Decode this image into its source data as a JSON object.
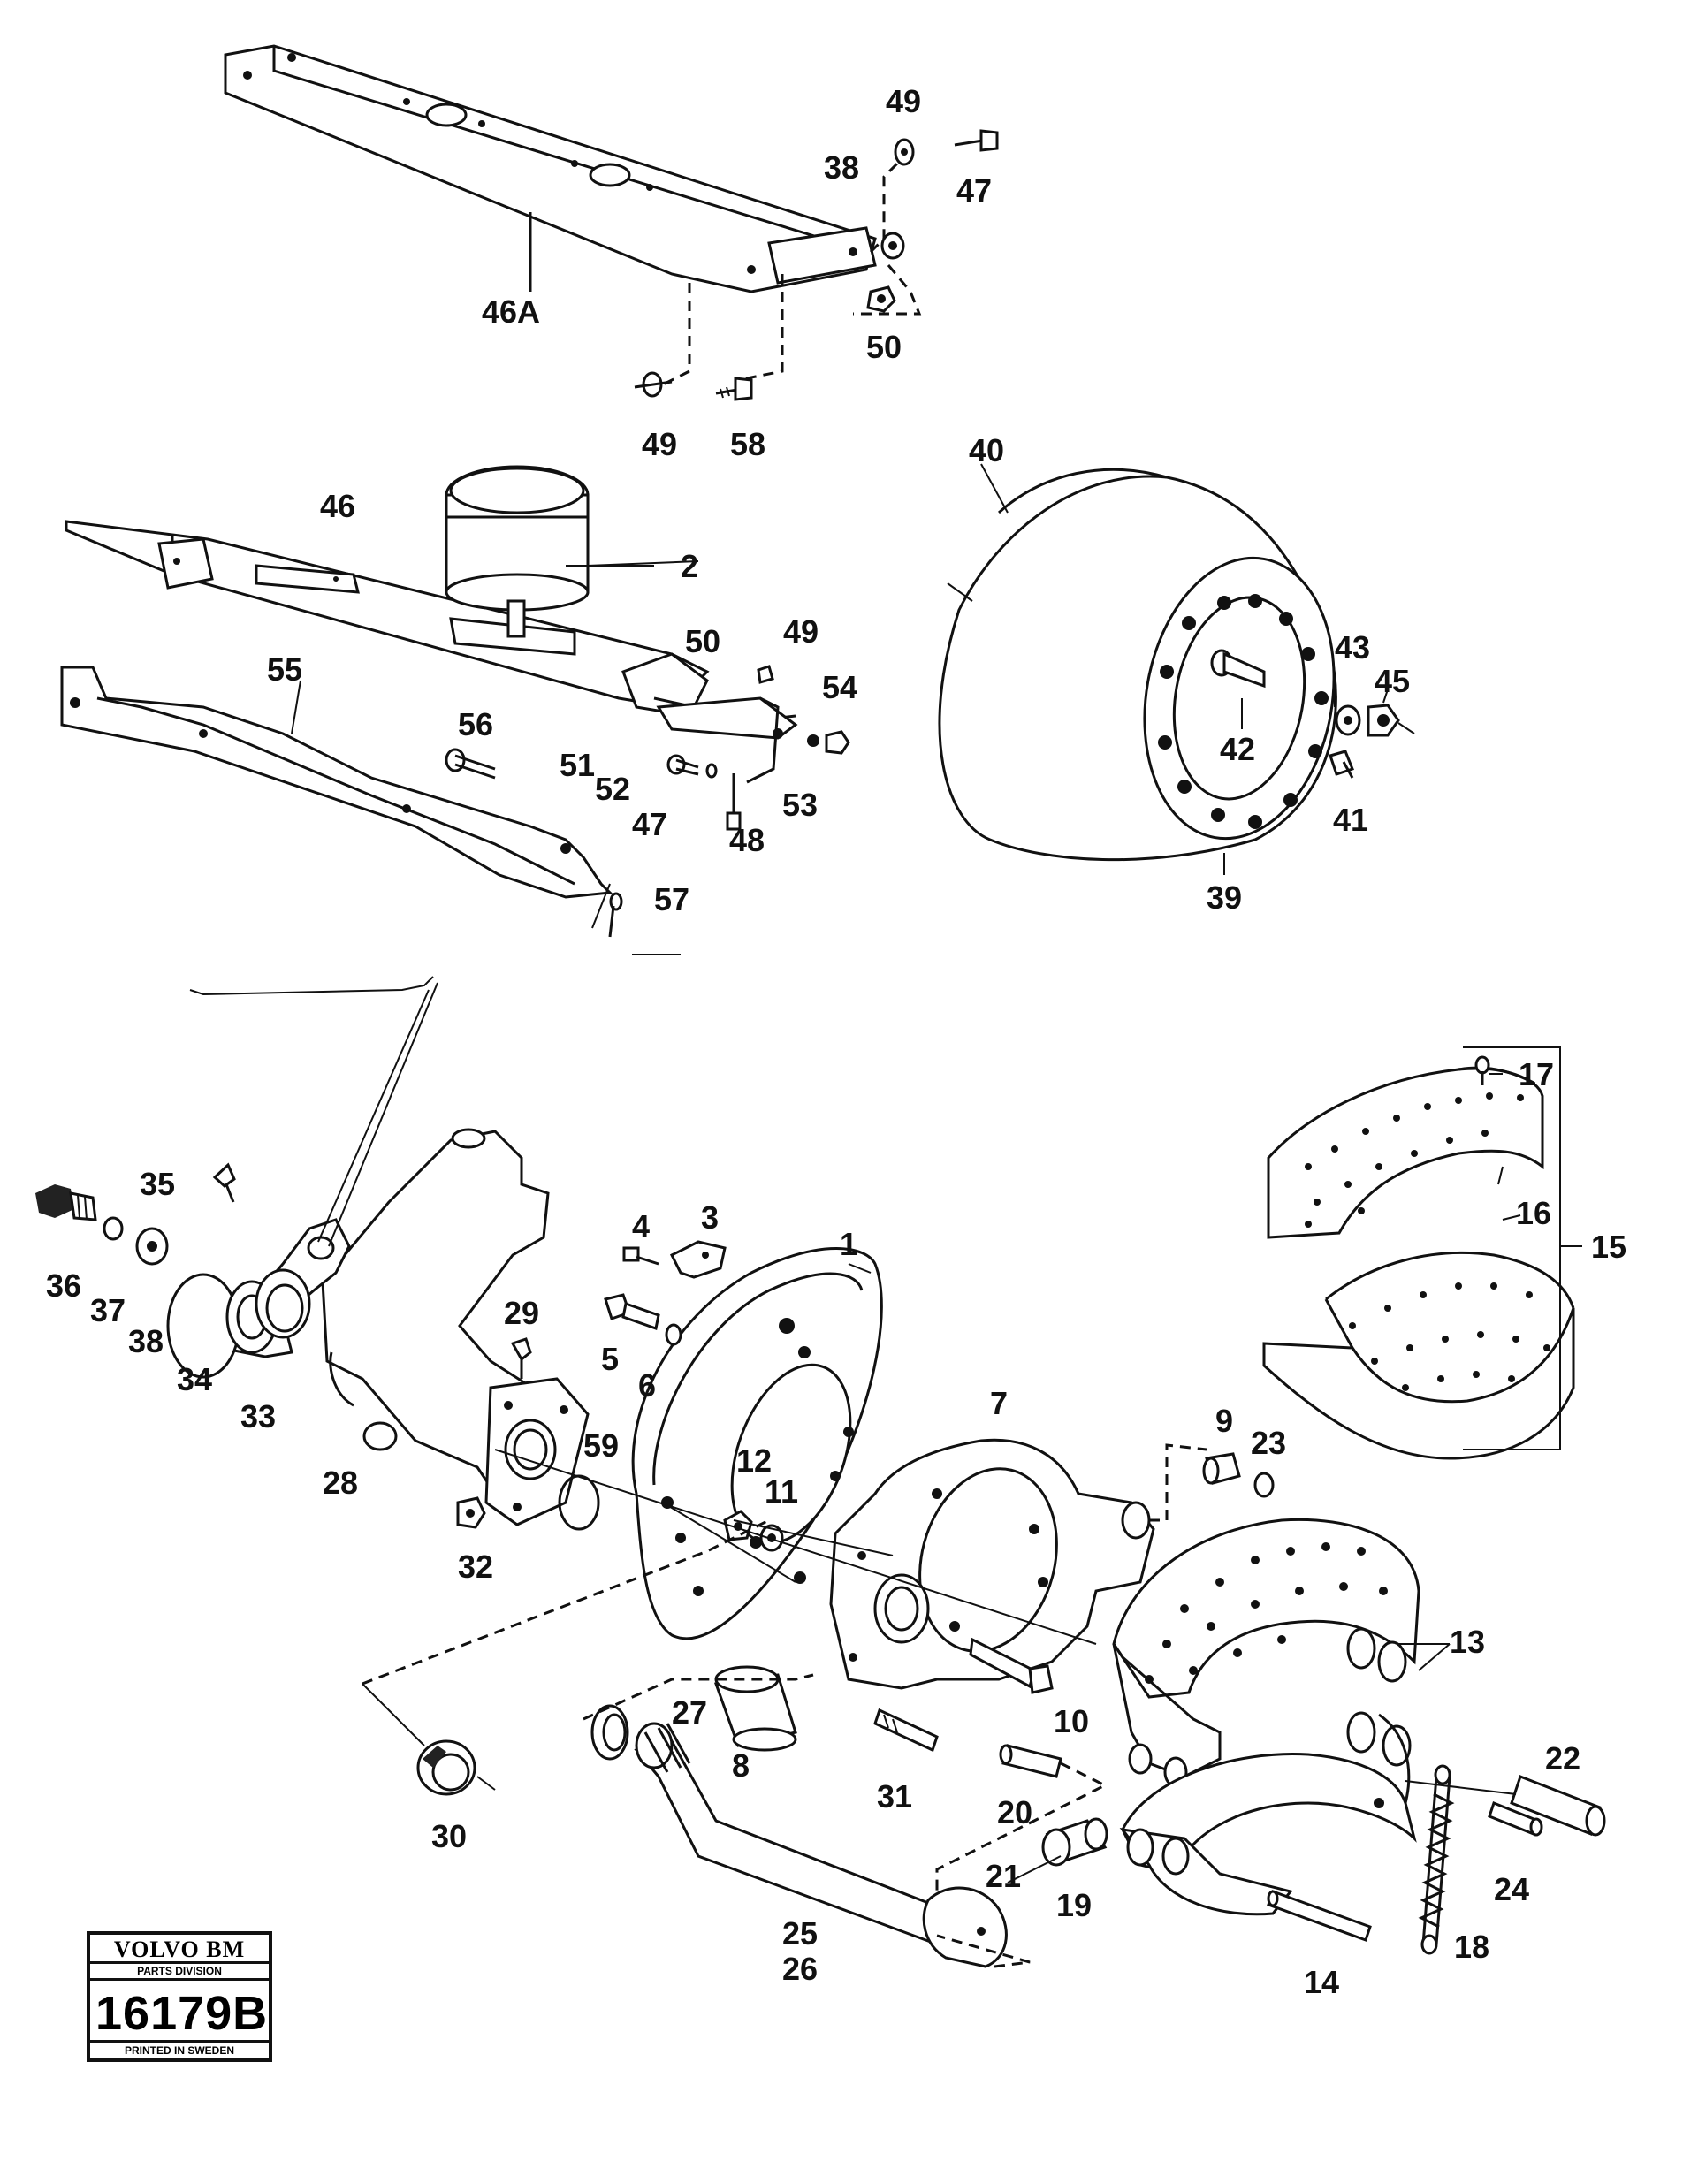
{
  "labels": {
    "l46A": "46A",
    "l49a": "49",
    "l47a": "47",
    "l38a": "38",
    "l50a": "50",
    "l49b": "49",
    "l58": "58",
    "l40": "40",
    "l43": "43",
    "l45": "45",
    "l42": "42",
    "l41": "41",
    "l39": "39",
    "l46": "46",
    "l2": "2",
    "l55": "55",
    "l50b": "50",
    "l49c": "49",
    "l54": "54",
    "l56": "56",
    "l51": "51",
    "l52": "52",
    "l53": "53",
    "l47b": "47",
    "l48": "48",
    "l57": "57",
    "l17": "17",
    "l16": "16",
    "l15": "15",
    "l35": "35",
    "l36": "36",
    "l37": "37",
    "l38b": "38",
    "l34": "34",
    "l33": "33",
    "l4": "4",
    "l3": "3",
    "l1": "1",
    "l29": "29",
    "l5": "5",
    "l6": "6",
    "l28": "28",
    "l59": "59",
    "l32": "32",
    "l12": "12",
    "l11": "11",
    "l7": "7",
    "l9": "9",
    "l23": "23",
    "l13": "13",
    "l10": "10",
    "l27": "27",
    "l8": "8",
    "l31": "31",
    "l30": "30",
    "l20": "20",
    "l22": "22",
    "l24": "24",
    "l21": "21",
    "l19": "19",
    "l25": "25",
    "l26": "26",
    "l14": "14",
    "l18": "18"
  },
  "stamp": {
    "brand": "VOLVO BM",
    "division": "PARTS DIVISION",
    "code": "16179B",
    "printed": "PRINTED IN SWEDEN"
  }
}
